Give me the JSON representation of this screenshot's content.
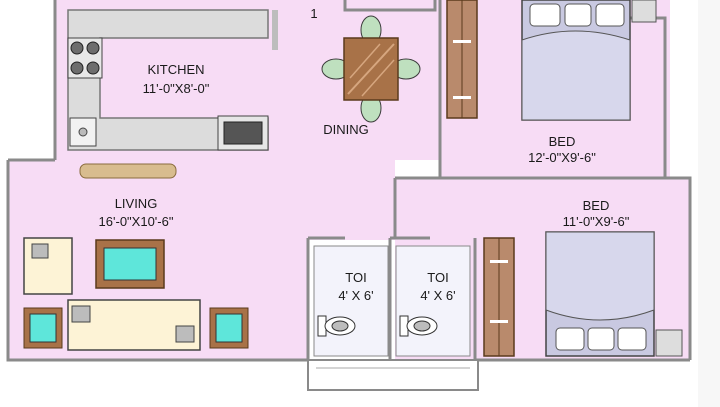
{
  "plan": {
    "unit_number": "1",
    "kitchen": {
      "name": "KITCHEN",
      "size": "11'-0\"X8'-0\""
    },
    "dining": {
      "name": "DINING"
    },
    "living": {
      "name": "LIVING",
      "size": "16'-0\"X10'-6\""
    },
    "bed1": {
      "name": "BED",
      "size": "12'-0\"X9'-6\""
    },
    "bed2": {
      "name": "BED",
      "size": "11'-0\"X9'-6\""
    },
    "toilet1": {
      "name": "TOI",
      "size": "4' X 6'"
    },
    "toilet2": {
      "name": "TOI",
      "size": "4' X 6'"
    }
  },
  "colors": {
    "floor": "#f7dcf5",
    "wall": "#8a8a8a",
    "counter": "#dcdcdc",
    "toilet_floor": "#f3f3fb",
    "wardrobe": "#b98a6c",
    "table": "#a87248",
    "bed_cover": "#c9c9e1",
    "teal": "#5ee6da"
  }
}
